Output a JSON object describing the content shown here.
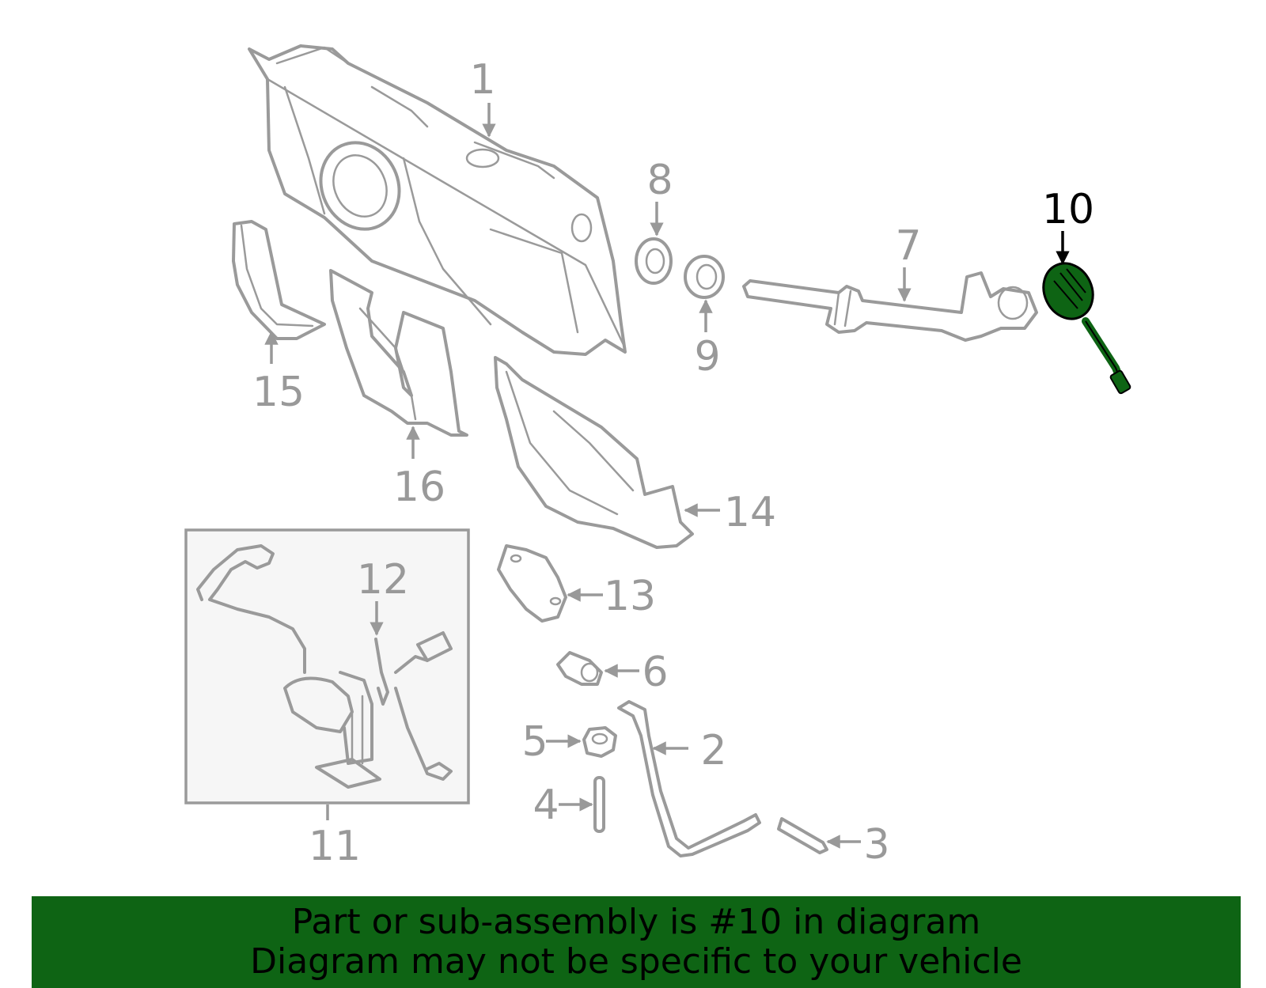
{
  "diagram": {
    "highlighted_part": "10",
    "highlight_color": "#0e6414",
    "callouts": [
      {
        "id": "1",
        "text": "1"
      },
      {
        "id": "2",
        "text": "2"
      },
      {
        "id": "3",
        "text": "3"
      },
      {
        "id": "4",
        "text": "4"
      },
      {
        "id": "5",
        "text": "5"
      },
      {
        "id": "6",
        "text": "6"
      },
      {
        "id": "7",
        "text": "7"
      },
      {
        "id": "8",
        "text": "8"
      },
      {
        "id": "9",
        "text": "9"
      },
      {
        "id": "10",
        "text": "10"
      },
      {
        "id": "11",
        "text": "11"
      },
      {
        "id": "12",
        "text": "12"
      },
      {
        "id": "13",
        "text": "13"
      },
      {
        "id": "14",
        "text": "14"
      },
      {
        "id": "15",
        "text": "15"
      },
      {
        "id": "16",
        "text": "16"
      }
    ]
  },
  "banner": {
    "line1": "Part or sub-assembly is #10 in diagram",
    "line2": "Diagram may not be specific to your vehicle",
    "background": "#0e6414"
  }
}
